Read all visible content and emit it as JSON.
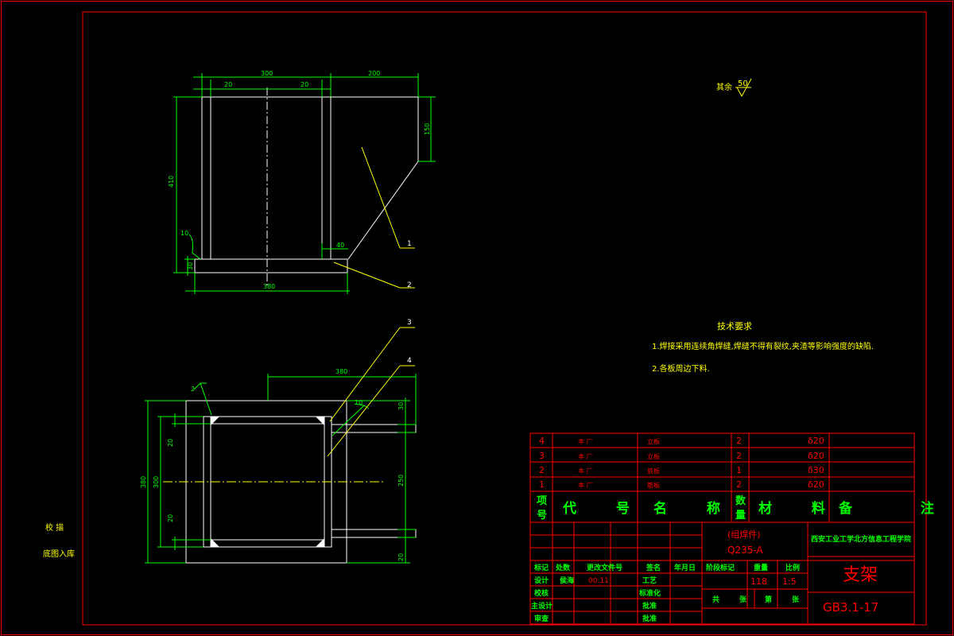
{
  "colors": {
    "background": "#000000",
    "frame": "#ff0000",
    "outline": "#ffffff",
    "dimension": "#00ff00",
    "leader": "#ffff00",
    "note_text": "#ffff00",
    "table_green": "#00ff00",
    "table_red": "#ff0000"
  },
  "left_notes": {
    "trace": "校 描",
    "archive": "底图入库"
  },
  "surface_finish": {
    "label": "其余",
    "value": "50"
  },
  "technical_requirements": {
    "title": "技术要求",
    "items": [
      "1.焊接采用连续角焊缝,焊缝不得有裂纹,夹渣等影响强度的缺陷.",
      "2.各板周边下料."
    ]
  },
  "top_view": {
    "dims": {
      "d300": "300",
      "d20a": "20",
      "d20b": "20",
      "d200": "200",
      "d410": "410",
      "d150": "150",
      "d10": "10",
      "d40": "40",
      "d30": "30",
      "d380": "380"
    },
    "leaders": {
      "l1": "1",
      "l2": "2"
    }
  },
  "bottom_view": {
    "dims": {
      "d380": "380",
      "d2": "2",
      "d10": "10",
      "d30a": "30",
      "d250": "250",
      "d20r": "20",
      "d380v": "380",
      "d300v": "300",
      "d20a": "20",
      "d20b": "20"
    },
    "leaders": {
      "l3": "3",
      "l4": "4"
    }
  },
  "bom": {
    "rows": [
      {
        "no": "4",
        "code": "本 厂",
        "name": "立板",
        "qty": "2",
        "material": "δ20"
      },
      {
        "no": "3",
        "code": "本 厂",
        "name": "立板",
        "qty": "2",
        "material": "δ20"
      },
      {
        "no": "2",
        "code": "本 厂",
        "name": "底板",
        "qty": "1",
        "material": "δ30"
      },
      {
        "no": "1",
        "code": "本 厂",
        "name": "筋板",
        "qty": "2",
        "material": "δ20"
      }
    ],
    "header": {
      "no_top": "项",
      "no_bottom": "号",
      "code": "代 号",
      "name": "名 称",
      "qty_top": "数",
      "qty_bottom": "量",
      "material": "材 料",
      "remark": "备 注"
    }
  },
  "title_block": {
    "weldment": "(组焊件)",
    "material": "Q235-A",
    "school": "西安工业工学北方信息工程学院",
    "part_name": "支架",
    "drawing_no": "GB3.1-17",
    "labels": {
      "mark": "标记",
      "zone": "处数",
      "change_doc": "更改文件号",
      "sign": "签名",
      "date": "年月日",
      "design": "设计",
      "designer": "侯海",
      "design_date": "00.11",
      "process": "工艺",
      "check": "校核",
      "standard": "标准化",
      "chief": "主设计",
      "approve": "批准",
      "review": "审查",
      "approve2": "批准",
      "stage": "阶段标记",
      "weight": "重量",
      "scale": "比例",
      "weight_val": "118",
      "scale_val": "1:5",
      "total": "共",
      "sheets": "张",
      "sheet_no": "第",
      "sheet_of": "张"
    }
  }
}
